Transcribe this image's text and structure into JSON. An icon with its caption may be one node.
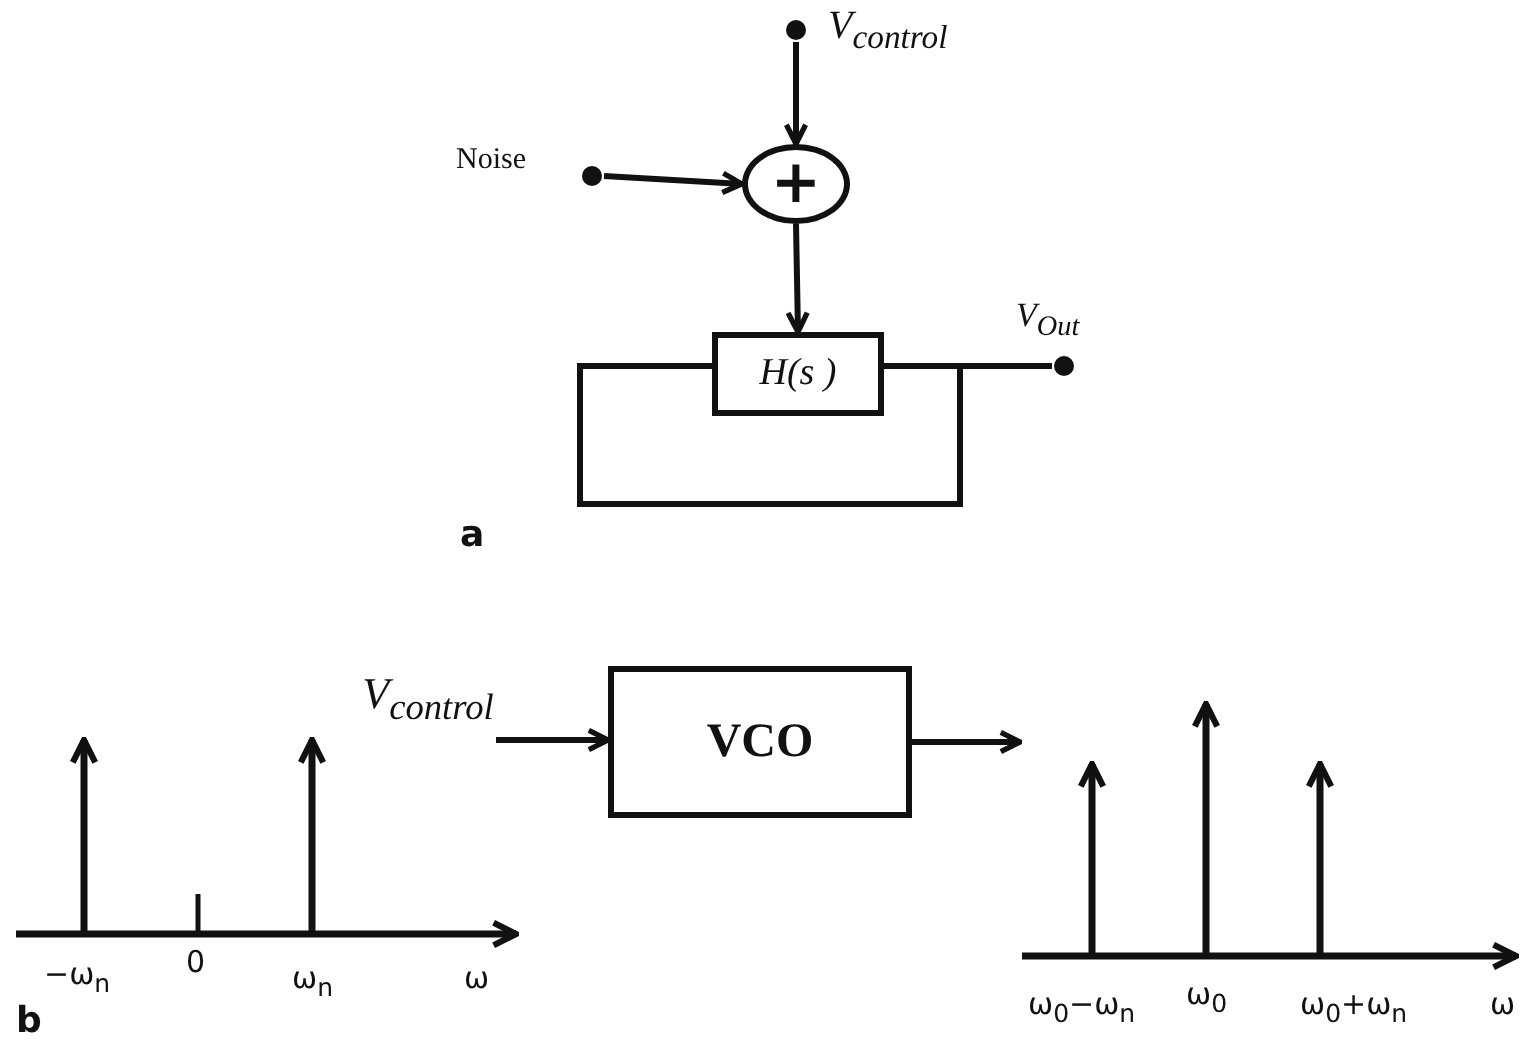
{
  "diagram": {
    "nodes": [
      {
        "text": [
          "V$_{control}$"
        ]
      },
      {
        "text": [
          "Noise"
        ]
      },
      {
        "text": [
          "+"
        ]
      },
      {
        "text": [
          "H(s )"
        ]
      },
      {
        "text": [
          "V$_{Out}$"
        ]
      },
      {
        "text": [
          "V$_{control}$"
        ]
      },
      {
        "text": [
          "VCO"
        ]
      }
    ],
    "edges": [
      {
        "from": 0,
        "to": 2,
        "arrow": "to"
      },
      {
        "from": 1,
        "to": 2,
        "arrow": "to"
      },
      {
        "from": 2,
        "to": 3,
        "arrow": "to"
      },
      {
        "from": 3,
        "to": 4,
        "arrow": "none"
      },
      {
        "from": 3,
        "to": 3,
        "arrow": "none"
      },
      {
        "from": 5,
        "to": 6,
        "arrow": "to"
      },
      {
        "from": 6,
        "to": null,
        "arrow": "to"
      }
    ],
    "labels": [
      "a",
      "b",
      "−ω$_{n}$",
      "0",
      "ω$_{n}$",
      "ω",
      "ω$_{0}$−ω$_{n}$",
      "ω$_{0}$",
      "ω$_{0}$+ω$_{n}$",
      "ω"
    ]
  }
}
